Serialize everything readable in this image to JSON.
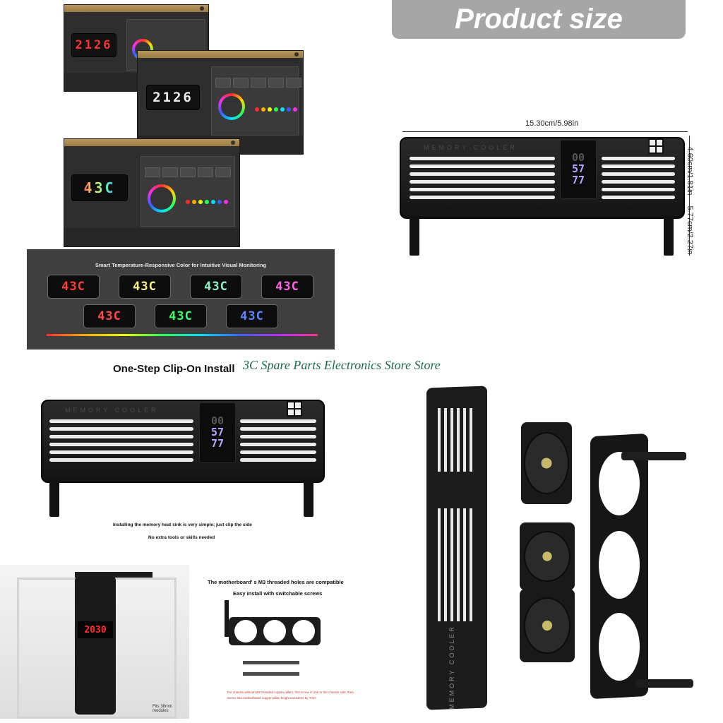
{
  "product_size": {
    "title": "Product size",
    "width": "15.30cm/5.98in",
    "height": "4.60cm/1.81in",
    "leg_height": "5.77cm/2.27in"
  },
  "software": {
    "screen1_time": "2126",
    "screen2_time": "2126",
    "screen3_temp": "43C"
  },
  "temperature": {
    "title": "Smart Temperature-Responsive Color for Intuitive Visual Monitoring",
    "readings": [
      {
        "text": "43C",
        "color": "#ff3b3b"
      },
      {
        "text": "43C",
        "color": "#f4f18a"
      },
      {
        "text": "43C",
        "color": "#8ef0c8"
      },
      {
        "text": "43C",
        "color": "#ff62e8"
      },
      {
        "text": "43C",
        "color": "#ff4a4a"
      },
      {
        "text": "43C",
        "color": "#3cff68"
      },
      {
        "text": "43C",
        "color": "#5a86ff"
      }
    ]
  },
  "install": {
    "title": "One-Step Clip-On Install",
    "line1": "Installing the memory heat sink is very simple; just clip the side",
    "line2": "No extra tools or skills needed"
  },
  "watermark": "3C Spare Parts Electronics Store Store",
  "compat": {
    "line1": "The motherboard' s M3 threaded holes are compatible",
    "line2": "Easy install with switchable screws",
    "note1": "For chassis without M3 threaded copper pillars, first screw in one to the chassis side, then",
    "note2": "Screw into motherboard copper pillar, height increases by 7mm"
  },
  "case_photo": {
    "display": "2030",
    "caption": "Fits 38mm modules"
  },
  "brand": "MEMORY COOLER",
  "cooler_display": {
    "line1": "00",
    "line2": "57",
    "line3": "77"
  }
}
